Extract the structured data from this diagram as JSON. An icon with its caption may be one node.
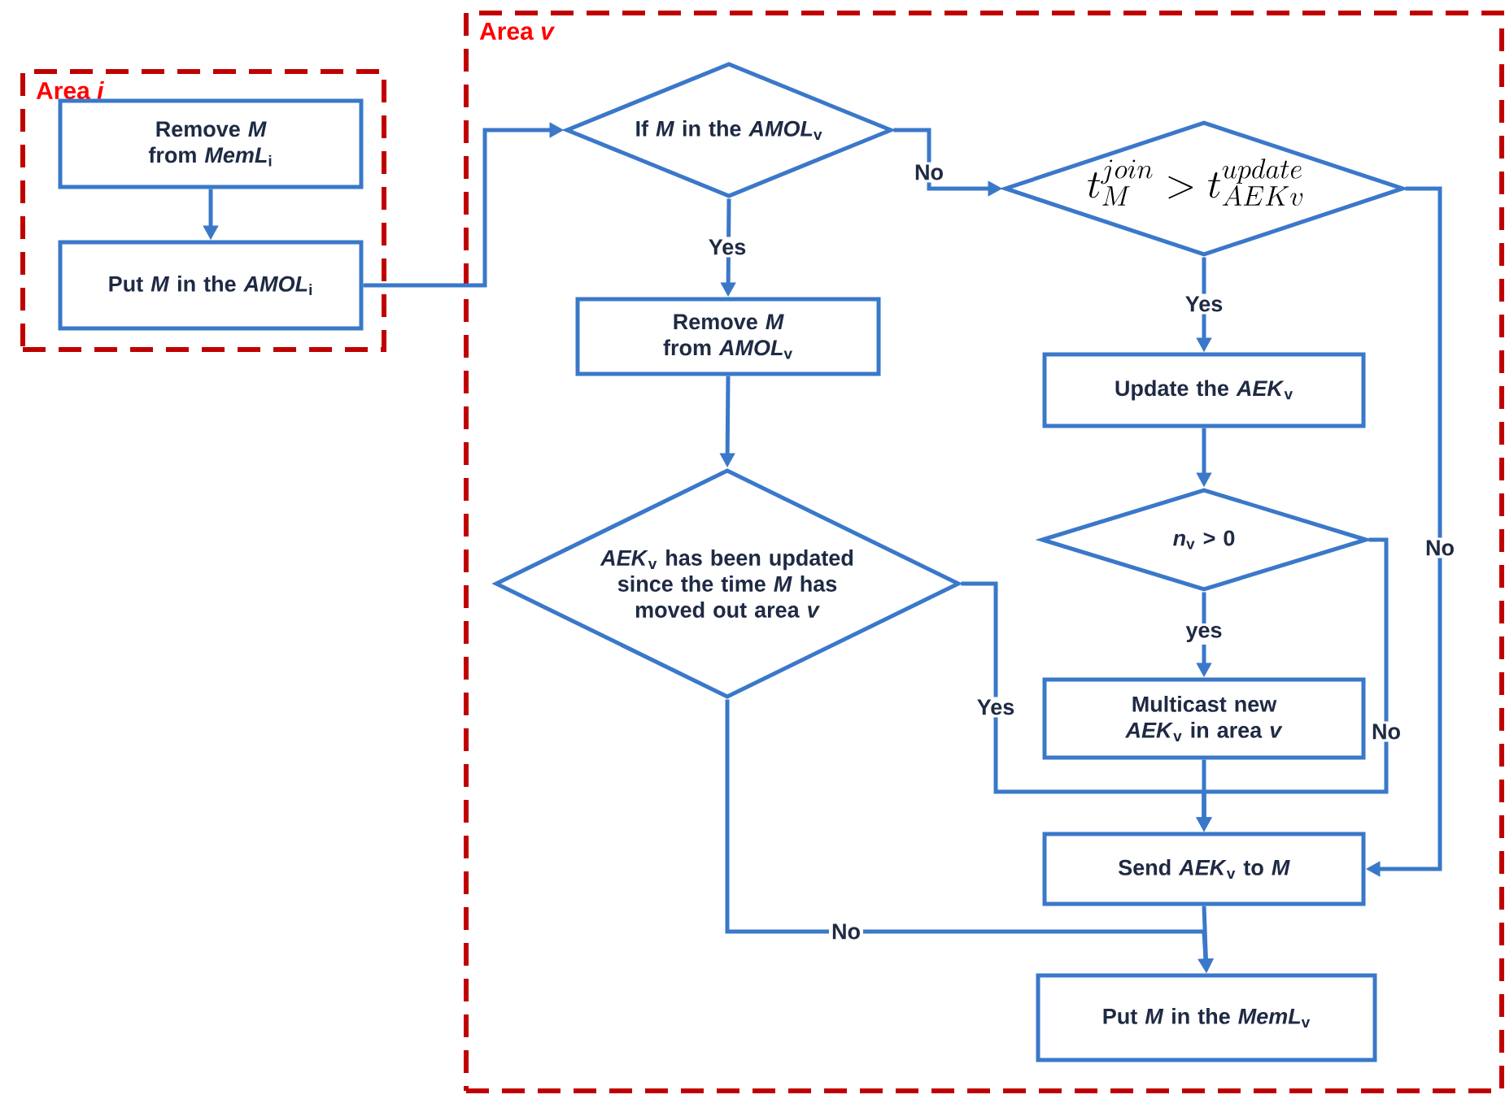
{
  "diagram": {
    "nodes": [
      {
        "text": [
          "Area *i*"
        ]
      },
      {
        "text": [
          "Remove *M* from *MemL*$_{i}$"
        ],
        "in": 0
      },
      {
        "text": [
          "Put *M* in the *AMOL*$_{i}$"
        ],
        "in": 0
      },
      {
        "text": [
          "Area *v*"
        ]
      },
      {
        "text": [
          "If *M* in the *AMOL*$_{v}$"
        ],
        "in": 3
      },
      {
        "text": [
          "Remove *M* from *AMOL*$_{v}$"
        ],
        "in": 3
      },
      {
        "text": [
          "*AEK*$_{v}$ has been updated since the time *M* has moved out area *v*"
        ],
        "in": 3
      },
      {
        "text": [
          "t_{M}^{join} > t_{AEKv}^{update}"
        ],
        "in": 3
      },
      {
        "text": [
          "Update the *AEK*$_{v}$"
        ],
        "in": 3
      },
      {
        "text": [
          "*n*$_{v}$ > 0"
        ],
        "in": 3
      },
      {
        "text": [
          "Multicast new *AEK*$_{v}$ in area *v*"
        ],
        "in": 3
      },
      {
        "text": [
          "Send *AEK*$_{v}$ to *M*"
        ],
        "in": 3
      },
      {
        "text": [
          "Put *M* in the *MemL*$_{v}$"
        ],
        "in": 3
      }
    ],
    "edges": [
      {
        "from": 1,
        "to": 2,
        "arrow": "to"
      },
      {
        "from": 2,
        "to": 4,
        "arrow": "to"
      },
      {
        "from": 4,
        "to": 7,
        "arrow": "to",
        "label": "No"
      },
      {
        "from": 4,
        "to": 5,
        "arrow": "to",
        "label": "Yes"
      },
      {
        "from": 5,
        "to": 6,
        "arrow": "to"
      },
      {
        "from": 6,
        "to": 11,
        "arrow": "to",
        "label": "Yes"
      },
      {
        "from": 6,
        "to": 12,
        "arrow": "to",
        "label": "No"
      },
      {
        "from": 7,
        "to": 8,
        "arrow": "to",
        "label": "Yes"
      },
      {
        "from": 7,
        "to": 11,
        "arrow": "to",
        "label": "No"
      },
      {
        "from": 8,
        "to": 9,
        "arrow": "to"
      },
      {
        "from": 9,
        "to": 10,
        "arrow": "to",
        "label": "yes"
      },
      {
        "from": 9,
        "to": 11,
        "arrow": "to",
        "label": "No"
      },
      {
        "from": 10,
        "to": 11,
        "arrow": "to"
      },
      {
        "from": 11,
        "to": 12,
        "arrow": "to"
      }
    ]
  }
}
